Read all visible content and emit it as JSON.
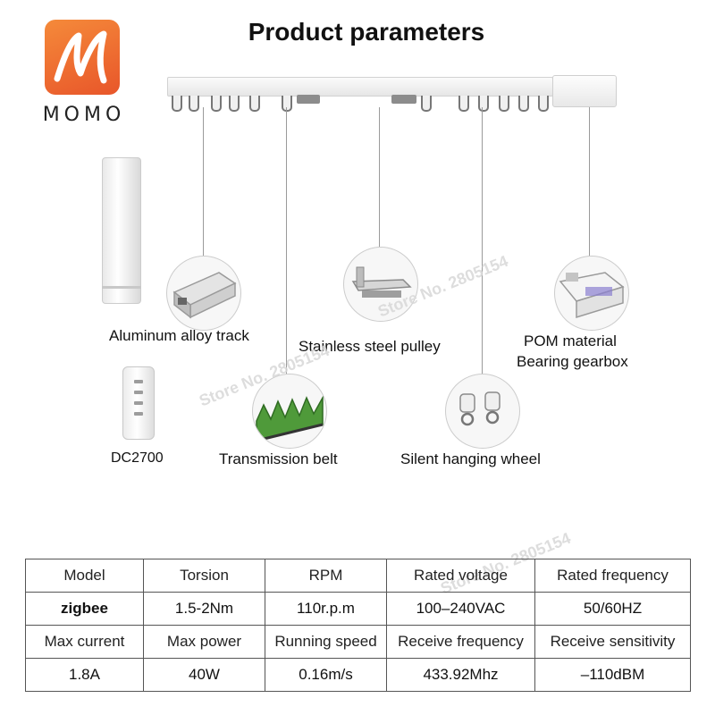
{
  "brand": {
    "name": "MOMO"
  },
  "title": "Product parameters",
  "watermark": "Store No. 2805154",
  "components": [
    {
      "label": "Aluminum alloy track"
    },
    {
      "label": "Stainless steel pulley"
    },
    {
      "label_line1": "POM material",
      "label_line2": "Bearing gearbox"
    },
    {
      "label": "DC2700"
    },
    {
      "label": "Transmission belt"
    },
    {
      "label": "Silent hanging wheel"
    }
  ],
  "spec_table": {
    "rows": [
      {
        "kind": "header",
        "cells": [
          "Model",
          "Torsion",
          "RPM",
          "Rated voltage",
          "Rated frequency"
        ]
      },
      {
        "kind": "value",
        "cells": [
          "zigbee",
          "1.5-2Nm",
          "110r.p.m",
          "100–240VAC",
          "50/60HZ"
        ]
      },
      {
        "kind": "header",
        "cells": [
          "Max current",
          "Max power",
          "Running speed",
          "Receive frequency",
          "Receive sensitivity"
        ]
      },
      {
        "kind": "value",
        "cells": [
          "1.8A",
          "40W",
          "0.16m/s",
          "433.92Mhz",
          "–110dBM"
        ]
      }
    ]
  },
  "colors": {
    "logo_orange": "#f0702f",
    "belt_green": "#4f9a3a",
    "track_grey": "#e6e6e6"
  }
}
